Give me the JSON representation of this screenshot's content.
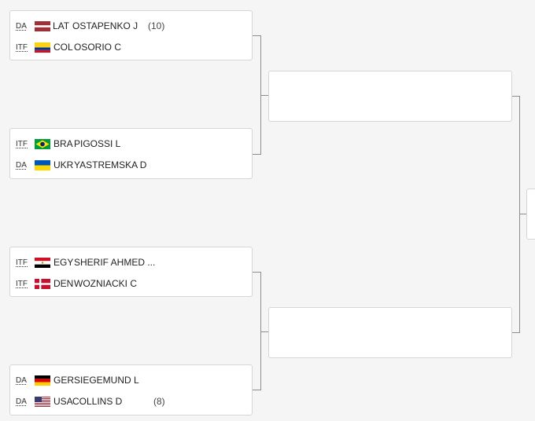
{
  "matches": [
    {
      "players": [
        {
          "entry": "DA",
          "country": "LAT",
          "name": "OSTAPENKO J",
          "seed": "(10)",
          "flag": "latvia-flag"
        },
        {
          "entry": "ITF",
          "country": "COL",
          "name": "OSORIO C",
          "seed": "",
          "flag": "colombia-flag"
        }
      ]
    },
    {
      "players": [
        {
          "entry": "ITF",
          "country": "BRA",
          "name": "PIGOSSI L",
          "seed": "",
          "flag": "brazil-flag"
        },
        {
          "entry": "DA",
          "country": "UKR",
          "name": "YASTREMSKA D",
          "seed": "",
          "flag": "ukraine-flag"
        }
      ]
    },
    {
      "players": [
        {
          "entry": "ITF",
          "country": "EGY",
          "name": "SHERIF AHMED ...",
          "seed": "",
          "flag": "egypt-flag"
        },
        {
          "entry": "ITF",
          "country": "DEN",
          "name": "WOZNIACKI C",
          "seed": "",
          "flag": "denmark-flag"
        }
      ]
    },
    {
      "players": [
        {
          "entry": "DA",
          "country": "GER",
          "name": "SIEGEMUND L",
          "seed": "",
          "flag": "germany-flag"
        },
        {
          "entry": "DA",
          "country": "USA",
          "name": "COLLINS D",
          "seed": "(8)",
          "flag": "usa-flag"
        }
      ]
    }
  ]
}
